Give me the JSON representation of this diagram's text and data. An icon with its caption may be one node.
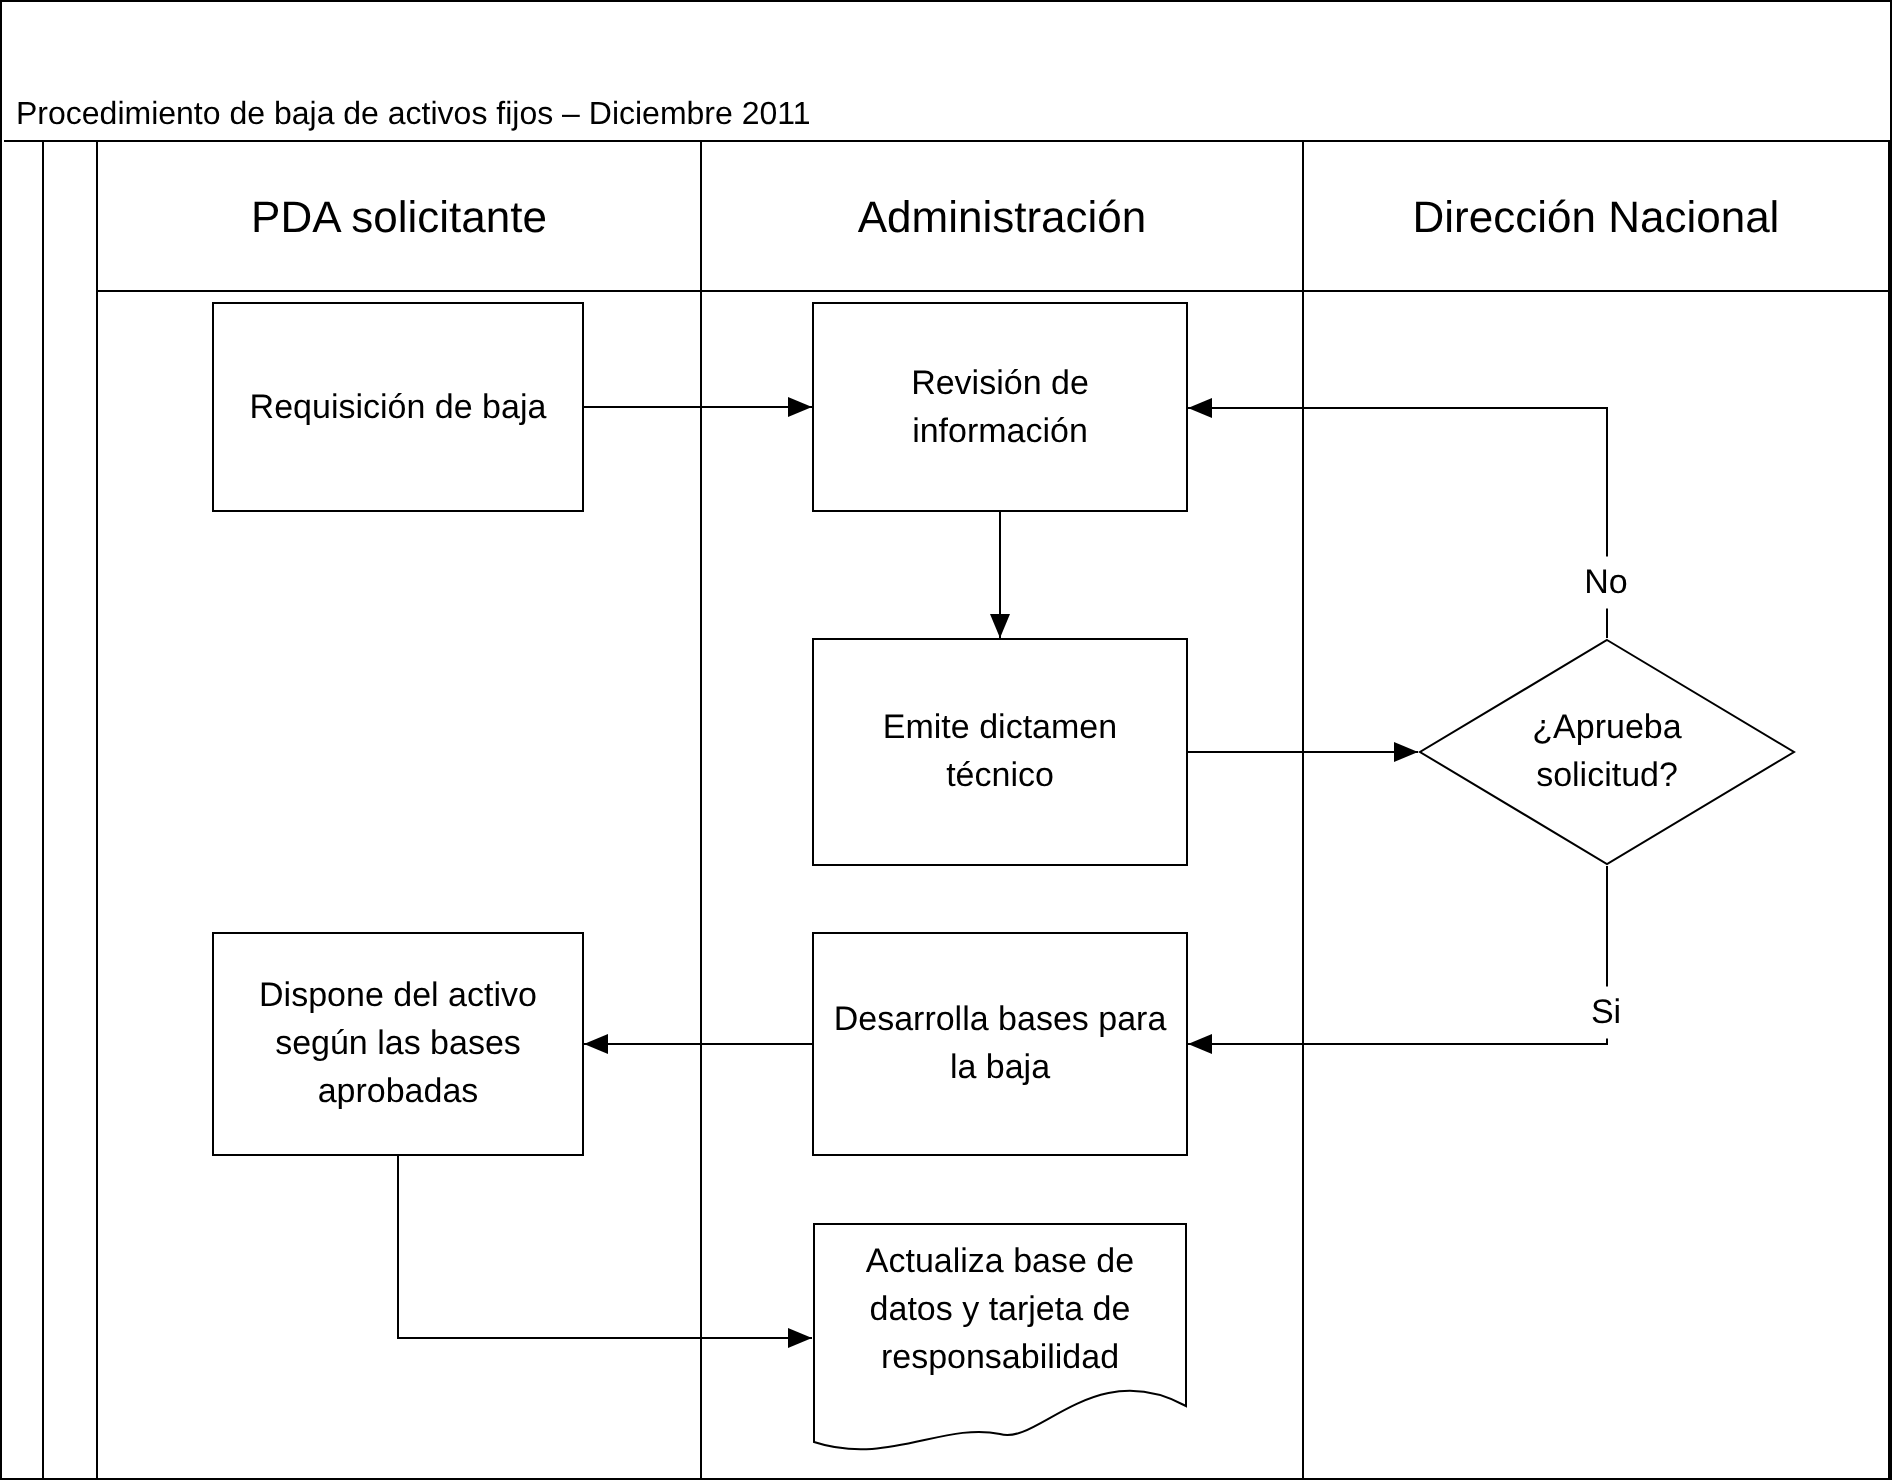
{
  "diagram": {
    "title": "Procedimiento de baja de activos fijos – Diciembre 2011",
    "nodes": [
      {
        "text": [
          "PDA solicitante"
        ]
      },
      {
        "text": [
          "Administración"
        ]
      },
      {
        "text": [
          "Dirección Nacional"
        ]
      },
      {
        "text": [
          "Requisición de baja"
        ],
        "in": 0
      },
      {
        "text": [
          "Revisión de información"
        ],
        "in": 1
      },
      {
        "text": [
          "Emite dictamen técnico"
        ],
        "in": 1
      },
      {
        "text": [
          "¿Aprueba solicitud?"
        ],
        "in": 2
      },
      {
        "text": [
          "Dispone del activo según las bases aprobadas"
        ],
        "in": 0
      },
      {
        "text": [
          "Desarrolla bases para la baja"
        ],
        "in": 1
      },
      {
        "text": [
          "Actualiza base de datos y tarjeta de responsabilidad"
        ],
        "in": 1
      }
    ],
    "edges": [
      {
        "from": 3,
        "to": 4,
        "arrow": "to"
      },
      {
        "from": 4,
        "to": 5,
        "arrow": "to"
      },
      {
        "from": 5,
        "to": 6,
        "arrow": "to"
      },
      {
        "from": 6,
        "to": 4,
        "arrow": "to",
        "label": "No"
      },
      {
        "from": 6,
        "to": 8,
        "arrow": "to",
        "label": "Si"
      },
      {
        "from": 8,
        "to": 7,
        "arrow": "to"
      },
      {
        "from": 7,
        "to": 9,
        "arrow": "to"
      }
    ]
  }
}
